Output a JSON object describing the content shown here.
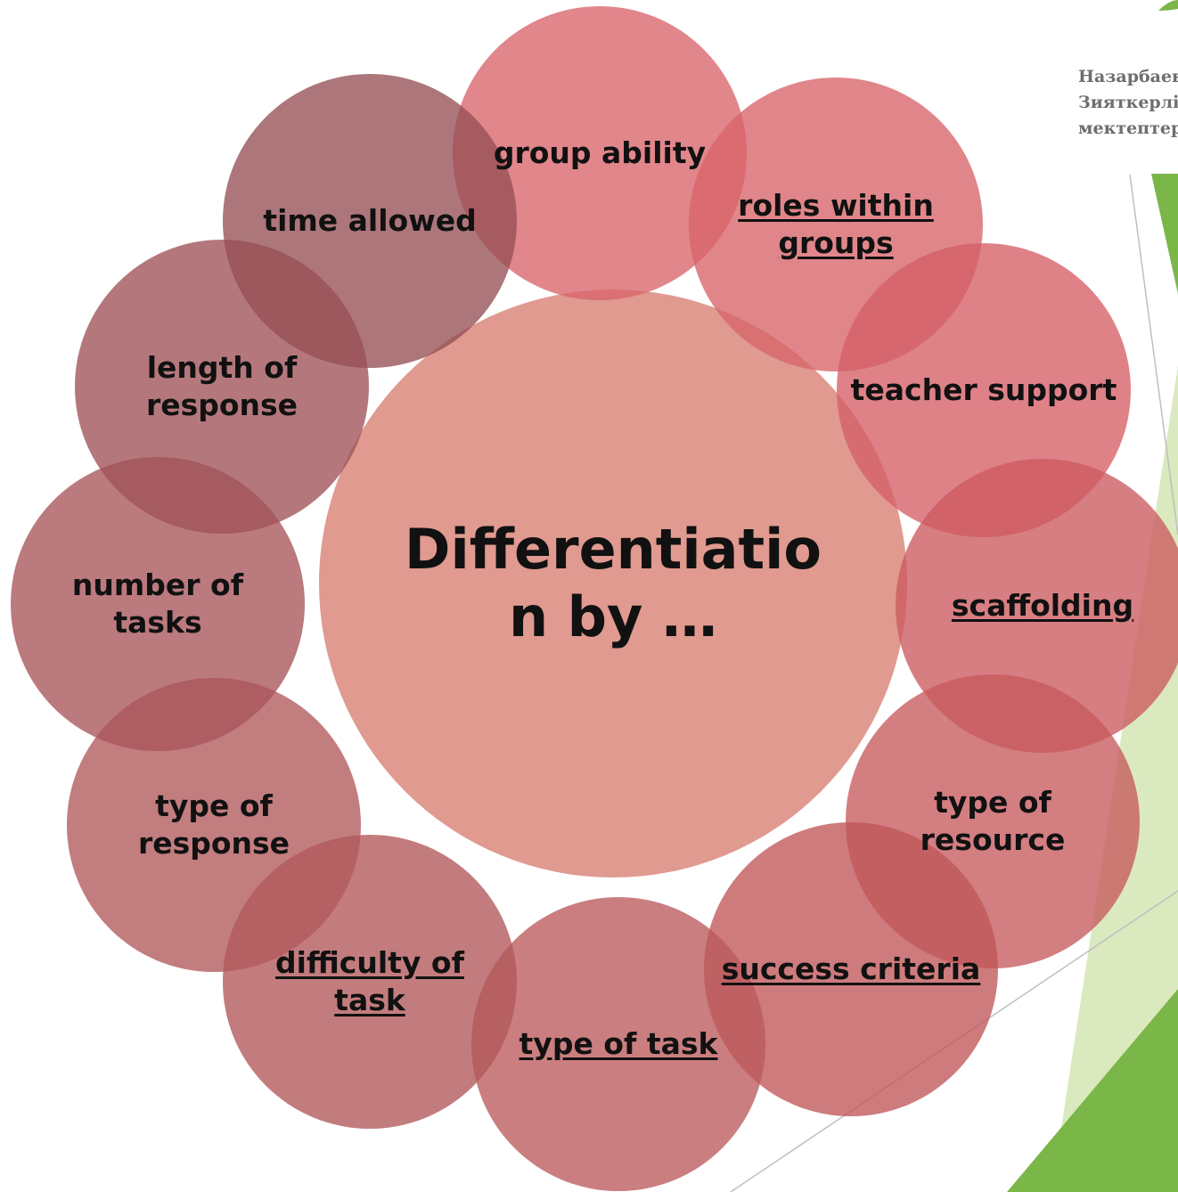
{
  "center": {
    "label": "Differentiatio\nn by …",
    "color": "#dd8f84"
  },
  "nodes": [
    {
      "key": "group-ability",
      "label": "group ability",
      "color": "#d9646a",
      "link": false
    },
    {
      "key": "roles-within-groups",
      "label": "roles within groups",
      "color": "#d76469",
      "link": true
    },
    {
      "key": "teacher-support",
      "label": "teacher support",
      "color": "#d55f66",
      "link": false
    },
    {
      "key": "scaffolding",
      "label": "scaffolding",
      "color": "#cc5a5f",
      "link": true
    },
    {
      "key": "type-of-resource",
      "label": "type of resource",
      "color": "#c75a5e",
      "link": false
    },
    {
      "key": "success-criteria",
      "label": "success criteria",
      "color": "#c05658",
      "link": true
    },
    {
      "key": "type-of-task",
      "label": "type of task",
      "color": "#bb5a5b",
      "link": true
    },
    {
      "key": "difficulty-of-task",
      "label": "difficulty of task",
      "color": "#b15759",
      "link": true
    },
    {
      "key": "type-of-response",
      "label": "type of response",
      "color": "#b1585b",
      "link": false
    },
    {
      "key": "number-of-tasks",
      "label": "number of tasks",
      "color": "#a8545a",
      "link": false
    },
    {
      "key": "length-of-response",
      "label": "length of response",
      "color": "#9f5257",
      "link": false
    },
    {
      "key": "time-allowed",
      "label": "time allowed",
      "color": "#955054",
      "link": false
    }
  ],
  "logo": {
    "lines": [
      "Назарбаев",
      "Зияткерлік",
      "мектептері"
    ]
  },
  "theme": {
    "accent_green": "#7ab648",
    "light_green": "#dbe9bf"
  }
}
